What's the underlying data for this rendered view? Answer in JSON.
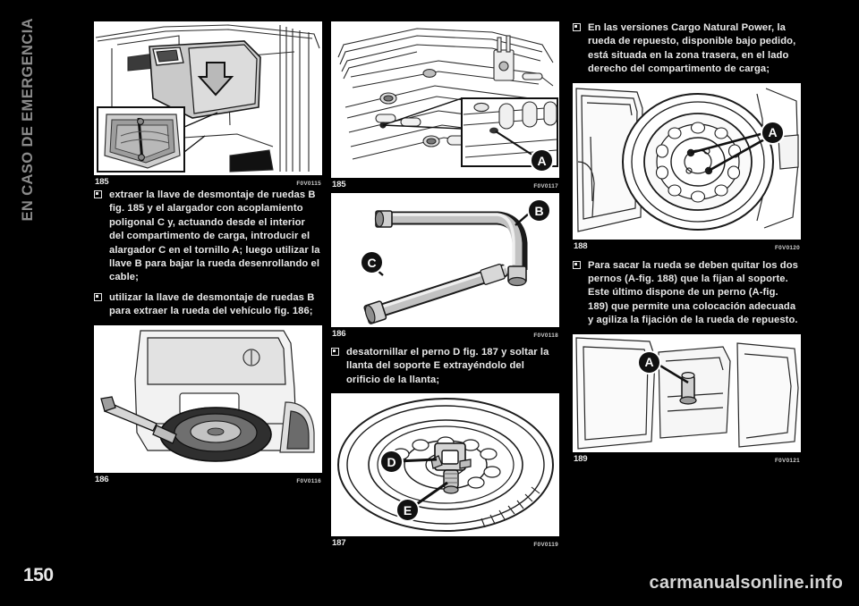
{
  "chapter": {
    "title": "EN CASO DE EMERGENCIA"
  },
  "page": {
    "number": "150"
  },
  "columns": {
    "left": {
      "figures": [
        {
          "id": "fig-185",
          "number": "185",
          "code": "F0V0115",
          "alt_name": "cargo-area-spare-wheel-location"
        },
        {
          "id": "fig-186",
          "number": "186",
          "code": "F0V0116",
          "alt_name": "spare-wheel-lowering-under-vehicle"
        }
      ],
      "paragraphs": [
        {
          "bullet": true,
          "text": "extraer la llave de desmontaje de ruedas B fig. 185 y el alargador con acoplamiento poligonal C y, actuando desde el interior del compartimento de carga, introducir el alargador C en el tornillo A; luego utilizar la llave B para bajar la rueda desenrollando el cable;"
        },
        {
          "bullet": true,
          "text": "utilizar la llave de desmontaje de ruedas B para extraer la rueda del vehículo fig. 186;"
        }
      ]
    },
    "middle": {
      "figures": [
        {
          "id": "fig-185b",
          "number": "185",
          "code": "F0V0117",
          "alt_name": "cargo-floor-screw-detail",
          "callouts": [
            "A"
          ]
        },
        {
          "id": "fig-186b",
          "number": "186",
          "code": "F0V0118",
          "alt_name": "wheel-wrench-and-extension",
          "callouts": [
            "B",
            "C"
          ]
        },
        {
          "id": "fig-187",
          "number": "187",
          "code": "F0V0119",
          "alt_name": "spare-wheel-bolt-and-support",
          "callouts": [
            "D",
            "E"
          ]
        }
      ],
      "paragraphs": [
        {
          "bullet": true,
          "text": "desatornillar el perno D fig. 187 y soltar la llanta del soporte E extrayéndolo del orificio de la llanta;"
        }
      ]
    },
    "right": {
      "figures": [
        {
          "id": "fig-188",
          "number": "188",
          "code": "F0V0120",
          "alt_name": "spare-wheel-in-cargo-area-natural-power",
          "callouts": [
            "A"
          ]
        },
        {
          "id": "fig-189",
          "number": "189",
          "code": "F0V0121",
          "alt_name": "spare-wheel-support-pin",
          "callouts": [
            "A"
          ]
        }
      ],
      "paragraphs": [
        {
          "bullet": true,
          "text": "En las versiones Cargo Natural Power, la rueda de repuesto, disponible bajo pedido, está situada en la zona trasera, en el lado derecho del compartimento de carga;"
        },
        {
          "bullet": true,
          "text": "Para sacar la rueda se deben quitar los dos pernos (A-fig. 188) que la fijan al soporte. Este último dispone de un perno (A-fig. 189) que permite una colocación adecuada y agiliza la fijación de la rueda de repuesto."
        }
      ]
    }
  },
  "watermark": {
    "text": "carmanualsonline.info",
    "color": "#d6d6d6"
  },
  "theme": {
    "background": "#000000",
    "text": "#e9e9e9",
    "tab": "#8b8b8b",
    "figure_bg": "#ffffff"
  }
}
